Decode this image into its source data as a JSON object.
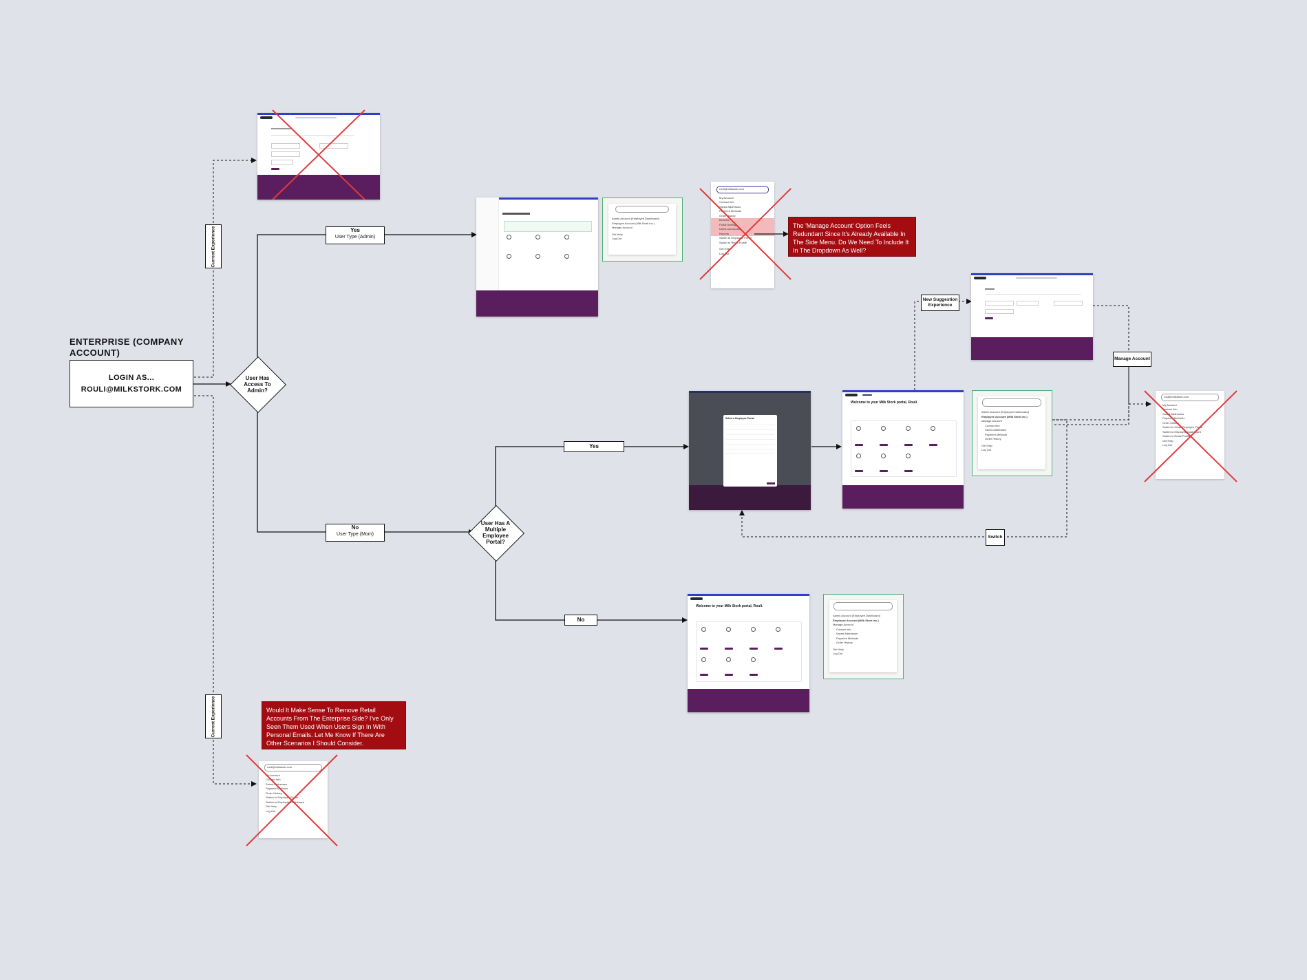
{
  "start": {
    "heading": "ENTERPRISE (COMPANY ACCOUNT)",
    "box_line1": "LOGIN AS...",
    "box_line2": "ROULI@MILKSTORK.COM"
  },
  "decisions": {
    "admin": "User Has Access To Admin?",
    "multi": "User Has A Multiple Employee Portal?"
  },
  "branches": {
    "yes_admin": {
      "label": "Yes",
      "sub": "User Type (Admin)"
    },
    "no_mom": {
      "label": "No",
      "sub": "User Type (Mom)"
    },
    "yes_multi": {
      "label": "Yes"
    },
    "no_multi": {
      "label": "No"
    }
  },
  "tags": {
    "current_top": "Current Experience",
    "current_bottom": "Current Experience",
    "new_suggestion": "New Suggestion Experience",
    "manage_account": "Manage Account",
    "switch": "Switch"
  },
  "notes": {
    "manage_account": "The 'Manage Account' Option Feels Redundant Since It's Already Available In The Side Menu. Do We Need To Include It In The Dropdown As Well?",
    "retail": "Would It Make Sense To Remove Retail Accounts From The Enterprise Side? I've Only Seen Them Used When Users Sign In With Personal Emails. Let Me Know If There Are Other Scenarios I Should Consider."
  },
  "mock_text": {
    "welcome": "Welcome to your Milk Stork portal, Rouli.",
    "email": "rouli@milkstork.com",
    "employee_dashboard": "Employee Dashboard",
    "retail_profile": "Retail Profile",
    "employee_portal": "Employee Portal",
    "admin_account": "Admin Account",
    "select_portal": "Select a Employee Portal",
    "menu_admin": [
      "Admin Account (Employee Dashboard)",
      "Employee Account (Milk Stork Inc.)",
      "Manage Account",
      "Get Help",
      "Log Out"
    ],
    "menu_employee": [
      "Admin Account (Employee Dashboard)",
      "Employee Account (Milk Stork Inc.)",
      "Manage Account",
      "Contact Info",
      "Saved Addresses",
      "Payment Methods",
      "Order History",
      "Get Help",
      "Log Out"
    ],
    "menu_crossed": [
      "My Account",
      "Contact Info",
      "Saved Addresses",
      "Payment Methods",
      "Order History",
      "Benefits",
      "Portal Settings",
      "Users and Access",
      "Reports",
      "Switch to Employee Portal",
      "Switch to Retail Profile",
      "Get Help",
      "Log Out"
    ],
    "menu_retail": [
      "My Account",
      "Contact Info",
      "Saved Addresses",
      "Payment Methods",
      "Order History",
      "Switch to Employee Portal",
      "Switch to Employee Dashboard",
      "Get Help",
      "Log Out"
    ],
    "menu_right": [
      "My Account",
      "Contact Info",
      "Saved Addresses",
      "Payment Methods",
      "Order History",
      "Switch to Other Employee Portal",
      "Switch to Employee Dashboard",
      "Switch to Retail Profile",
      "Get Help",
      "Log Out"
    ]
  },
  "colors": {
    "canvas": "#dfe2e9",
    "note_red": "#a30d12",
    "brand_blue": "#2f3fc8",
    "footer_purple": "#5a1e5e",
    "cross_red": "#e23a3a",
    "panel_green": "#4caf74"
  }
}
